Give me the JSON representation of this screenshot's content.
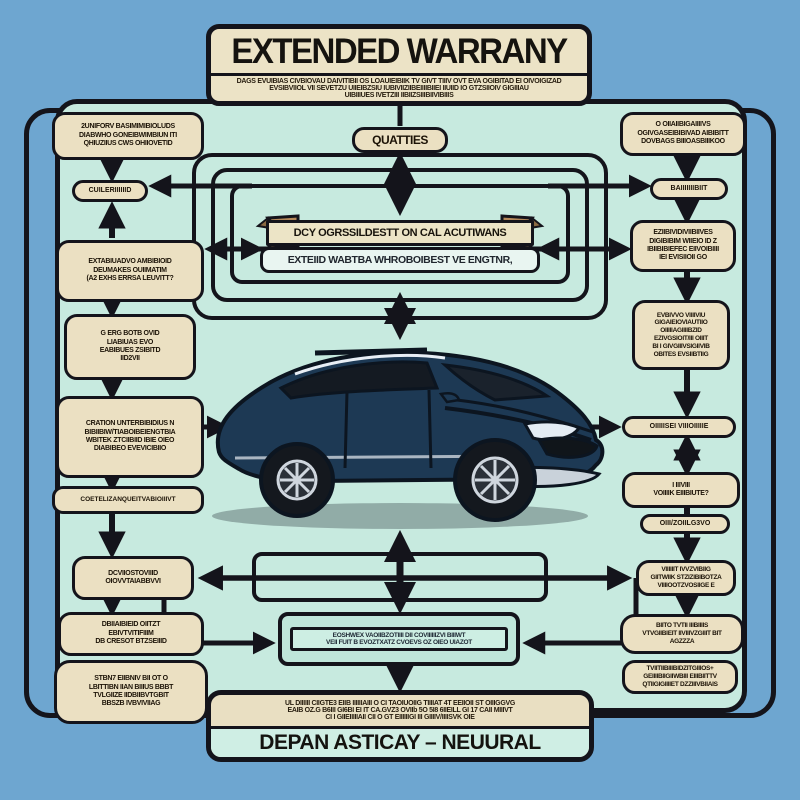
{
  "title_box": {
    "title": "EXTENDED WARRANY",
    "subtitle": "DAGS EVUIBIAS CIVBIOVAU DAIVITIBII OS LOAUIEIBIIK TV GIVT TIIIV OVT EVA OGIBITAD EI OIVOIGIZAD\nEVSIBVIIOL VII SEVETZU UIIEIBZSIU IUBIVIIZIIBEIIIIBIIEI IIUIID IO GTZSIIOIV GIGIIIAU\nUIBIIIUES IVETZIII IIBIIZSIIIBIIVIBIIIS"
  },
  "qualities_box": {
    "label": "QUATTIES"
  },
  "banner": {
    "line1": "DCY OGRSSILDESTT ON CAL ACUTIWANS",
    "line2": "EXTEIID WABTBA WHROBOIBEST VE ENGTNR,"
  },
  "left_column": {
    "boxes": [
      {
        "text": "2UNIFORV BASIMIMIBIOLUDS\nDIABWHO GONEIBWIMBIUN ITI\nQHIUZIIUS CWS OHIIOVETID"
      },
      {
        "text": "CUILERIIIIIID"
      },
      {
        "text": "EXTABIUADVO AMBIBIOID\nDEUMAKES OUIIMATIM\n(A2 EXHS ERRSA LEUVITT?"
      },
      {
        "text": "G ERG BOTB OVID\nLIABIUAS EVO\nEABIBUES ZSIBITD\nIID2VII"
      },
      {
        "text": "CRATION UNTERBIBIDIUS N\nBIBIIBIW/TIABOIBEIENGTBIA\nWBITEK ZTCIIBIID IBIE OIEO\nDIABIBEO EVEVICIBIIO"
      },
      {
        "text": "COETELIZANQUEITVABIOIIIVT"
      },
      {
        "text": "DCVIIOSTOVIIID\nOIOVVTAIABBVVI"
      },
      {
        "text": "DBIIAIBIEID OIITZT\nEBIVTVITIFIIIM\nDB CRESOT BTZSEIIID"
      },
      {
        "text": "STBN7 EIIBNIV BII OT O\nLBITTIBN IIAN BIIIUS BBBT\nTVLGIIZE IIDBIIBVTGBIT\nBBSZB IVBVIVIIAG"
      }
    ]
  },
  "right_column": {
    "boxes": [
      {
        "text": "O OIIAIIBIGAIIIIVS\nOGIVGASEIBIBIVAD AIBIBITT\nDOVBAGS BIIIOASBIIIKOO"
      },
      {
        "text": "BAIIIIIIIBIIT"
      },
      {
        "text": "EZIIBIVIDIVIIBIIVES\nDIGIBIBIM WIIEIO ID Z\nIBIIBIBIEFEC EIIVOIBIIII\nIEI EVISIIOII GO"
      },
      {
        "text": "EVBIVVO VIIIIVIU\nGIGAIEIOVIAUTIIO\nOIIIIIAGIIIIBZID\nEZIVGSIOIT/III OIIIT\nBI I GIVGIIIVSIGIIVIB\nOBITES EVSIIBTIIG"
      },
      {
        "text": "OIIIIISEI VIIIOIIIIIE"
      },
      {
        "text": "I IIIVIII\nVOIIIIK EIIIBIUTE?"
      },
      {
        "text": "OIII/ZOIILG3VO"
      },
      {
        "text": "VIIIIIIT IVVZVIBIIG\nGIITWIIK STZIZIBIBOTZA\nVIIIIOOTZVOSIIGE E"
      },
      {
        "text": "BIITO TVTII IIIBIIIIS\nVTVGIIBIEIT IIVIIIVZGIIIT BIT\nAGZZZA"
      },
      {
        "text": "TVIITIIBIIIBIDZITGIIIOS+\nGEIIIIBIIGIIWBIII EIIIBIITTV\nQTIIGIGIIIIET DZZIIIVBIIAIS"
      }
    ]
  },
  "bottom_box": {
    "text": "EOSHWEX VAOIIBZOTIIII DII COVIIIIIIZVI BIIIWT\nVEII FUIT B EVOZTXATZ CVOEVS OZ OIEO UIAZOT"
  },
  "bottom_banner": {
    "paragraph": "UL DIIIIII CIIGTE3 EIIB IIIIIIAIII O CI TAOIUOIIG TIIIIAT 4T EEIIOII ST OIIIGGVG\nEAIB OZ.G B6III GI6BI EI IT CA.GVZ3 OVIIb 5O 5I8 6IIEILL GI 17 CAII MIIIVT\nCI I GIIEIIIIIAII CII O GT EIIIIIIGI III GIIIIV/IIIISVK OIE",
    "caption": "DEPAN ASTICAY – NEUURAL"
  },
  "illustration": {
    "alt": "dark navy minivan, front three-quarter view"
  },
  "colors": {
    "background": "#6ea6d0",
    "panel": "#c7eadf",
    "box_fill": "#ebe0c2",
    "line": "#14141b",
    "ribbon_end": "#b5895a",
    "car_body": "#1d3954",
    "banner_sub_fill": "#e9f5f1"
  }
}
